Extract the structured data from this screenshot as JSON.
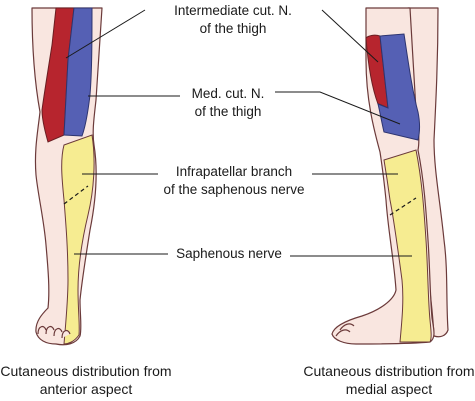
{
  "labels": {
    "intermediate_line1": "Intermediate cut. N.",
    "intermediate_line2": "of the thigh",
    "medial_line1": "Med. cut. N.",
    "medial_line2": "of the thigh",
    "infrapatellar_line1": "Infrapatellar branch",
    "infrapatellar_line2": "of the saphenous nerve",
    "saphenous": "Saphenous nerve"
  },
  "captions": {
    "anterior_line1": "Cutaneous distribution from",
    "anterior_line2": "anterior aspect",
    "medial_line1": "Cutaneous distribution from",
    "medial_line2": "medial aspect"
  },
  "colors": {
    "intermediate_cutaneous": "#b7252e",
    "medial_cutaneous": "#5560b4",
    "saphenous": "#f6ec91",
    "skin": "#f9e6e0"
  }
}
